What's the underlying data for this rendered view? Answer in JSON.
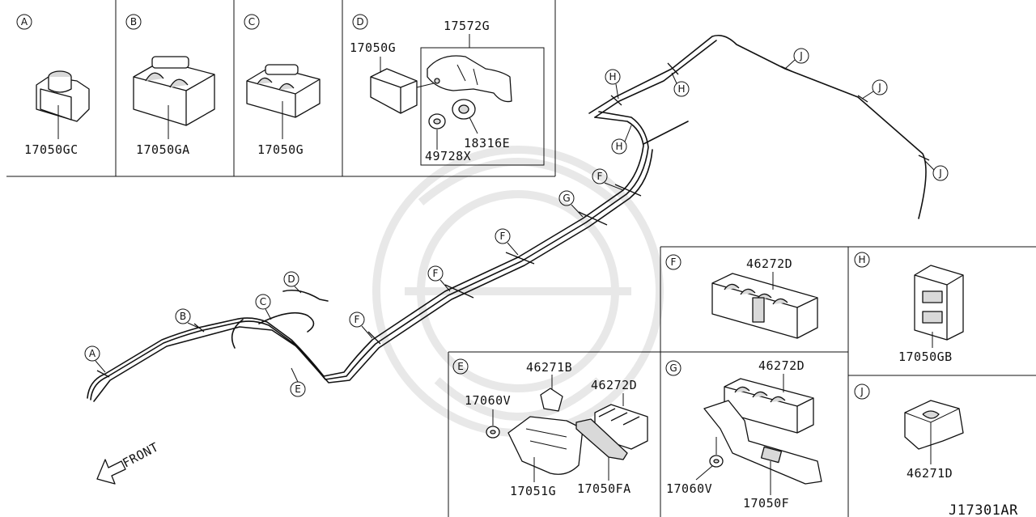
{
  "diagram_code": "J17301AR",
  "front_label": "FRONT",
  "panels": {
    "A": {
      "letter": "A",
      "part": "17050GC"
    },
    "B": {
      "letter": "B",
      "part": "17050GA"
    },
    "C": {
      "letter": "C",
      "part": "17050G"
    },
    "D": {
      "letter": "D",
      "parts": [
        "17050G",
        "17572G",
        "18316E",
        "49728X"
      ]
    },
    "E": {
      "letter": "E",
      "parts": [
        "46271B",
        "46272D",
        "17060V",
        "17051G",
        "17050FA"
      ]
    },
    "F": {
      "letter": "F",
      "part": "46272D"
    },
    "G": {
      "letter": "G",
      "parts": [
        "46272D",
        "17060V",
        "17050F"
      ]
    },
    "H": {
      "letter": "H",
      "part": "17050GB"
    },
    "J": {
      "letter": "J",
      "part": "46271D"
    }
  },
  "callouts": [
    "A",
    "B",
    "C",
    "D",
    "E",
    "F",
    "F",
    "F",
    "F",
    "G",
    "H",
    "H",
    "H",
    "J",
    "J",
    "J"
  ]
}
